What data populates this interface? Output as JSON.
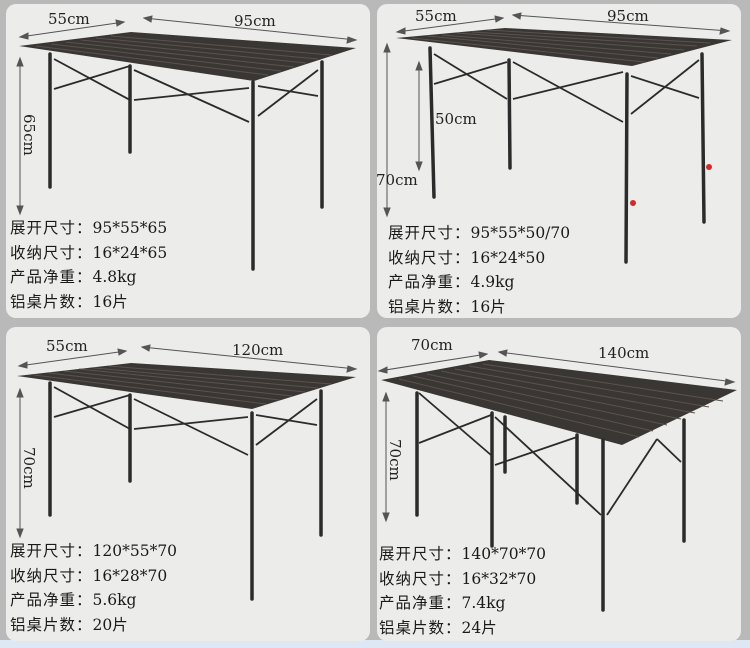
{
  "colors": {
    "background": "#b9b9b9",
    "panel": "#ececea",
    "table_top": "#3a3633",
    "frame": "#2b2b2b",
    "accent_red": "#d22a2a",
    "text": "#1a1a1a"
  },
  "panels": [
    {
      "dims": {
        "width": "55cm",
        "length": "95cm",
        "height": "65cm"
      },
      "specs": [
        {
          "label": "展开尺寸：",
          "value": "95*55*65"
        },
        {
          "label": "收纳尺寸：",
          "value": "16*24*65"
        },
        {
          "label": "产品净重：",
          "value": "4.8kg"
        },
        {
          "label": "铝桌片数：",
          "value": "16片"
        }
      ]
    },
    {
      "dims": {
        "width": "55cm",
        "length": "95cm",
        "height_low": "50cm",
        "height_high": "70cm"
      },
      "specs": [
        {
          "label": "展开尺寸：",
          "value": "95*55*50/70"
        },
        {
          "label": "收纳尺寸：",
          "value": "16*24*50"
        },
        {
          "label": "产品净重：",
          "value": "4.9kg"
        },
        {
          "label": "铝桌片数：",
          "value": "16片"
        }
      ]
    },
    {
      "dims": {
        "width": "55cm",
        "length": "120cm",
        "height": "70cm"
      },
      "specs": [
        {
          "label": "展开尺寸：",
          "value": "120*55*70"
        },
        {
          "label": "收纳尺寸：",
          "value": "16*28*70"
        },
        {
          "label": "产品净重：",
          "value": "5.6kg"
        },
        {
          "label": "铝桌片数：",
          "value": "20片"
        }
      ]
    },
    {
      "dims": {
        "width": "70cm",
        "length": "140cm",
        "height": "70cm"
      },
      "specs": [
        {
          "label": "展开尺寸：",
          "value": "140*70*70"
        },
        {
          "label": "收纳尺寸：",
          "value": "16*32*70"
        },
        {
          "label": "产品净重：",
          "value": "7.4kg"
        },
        {
          "label": "铝桌片数：",
          "value": "24片"
        }
      ]
    }
  ]
}
